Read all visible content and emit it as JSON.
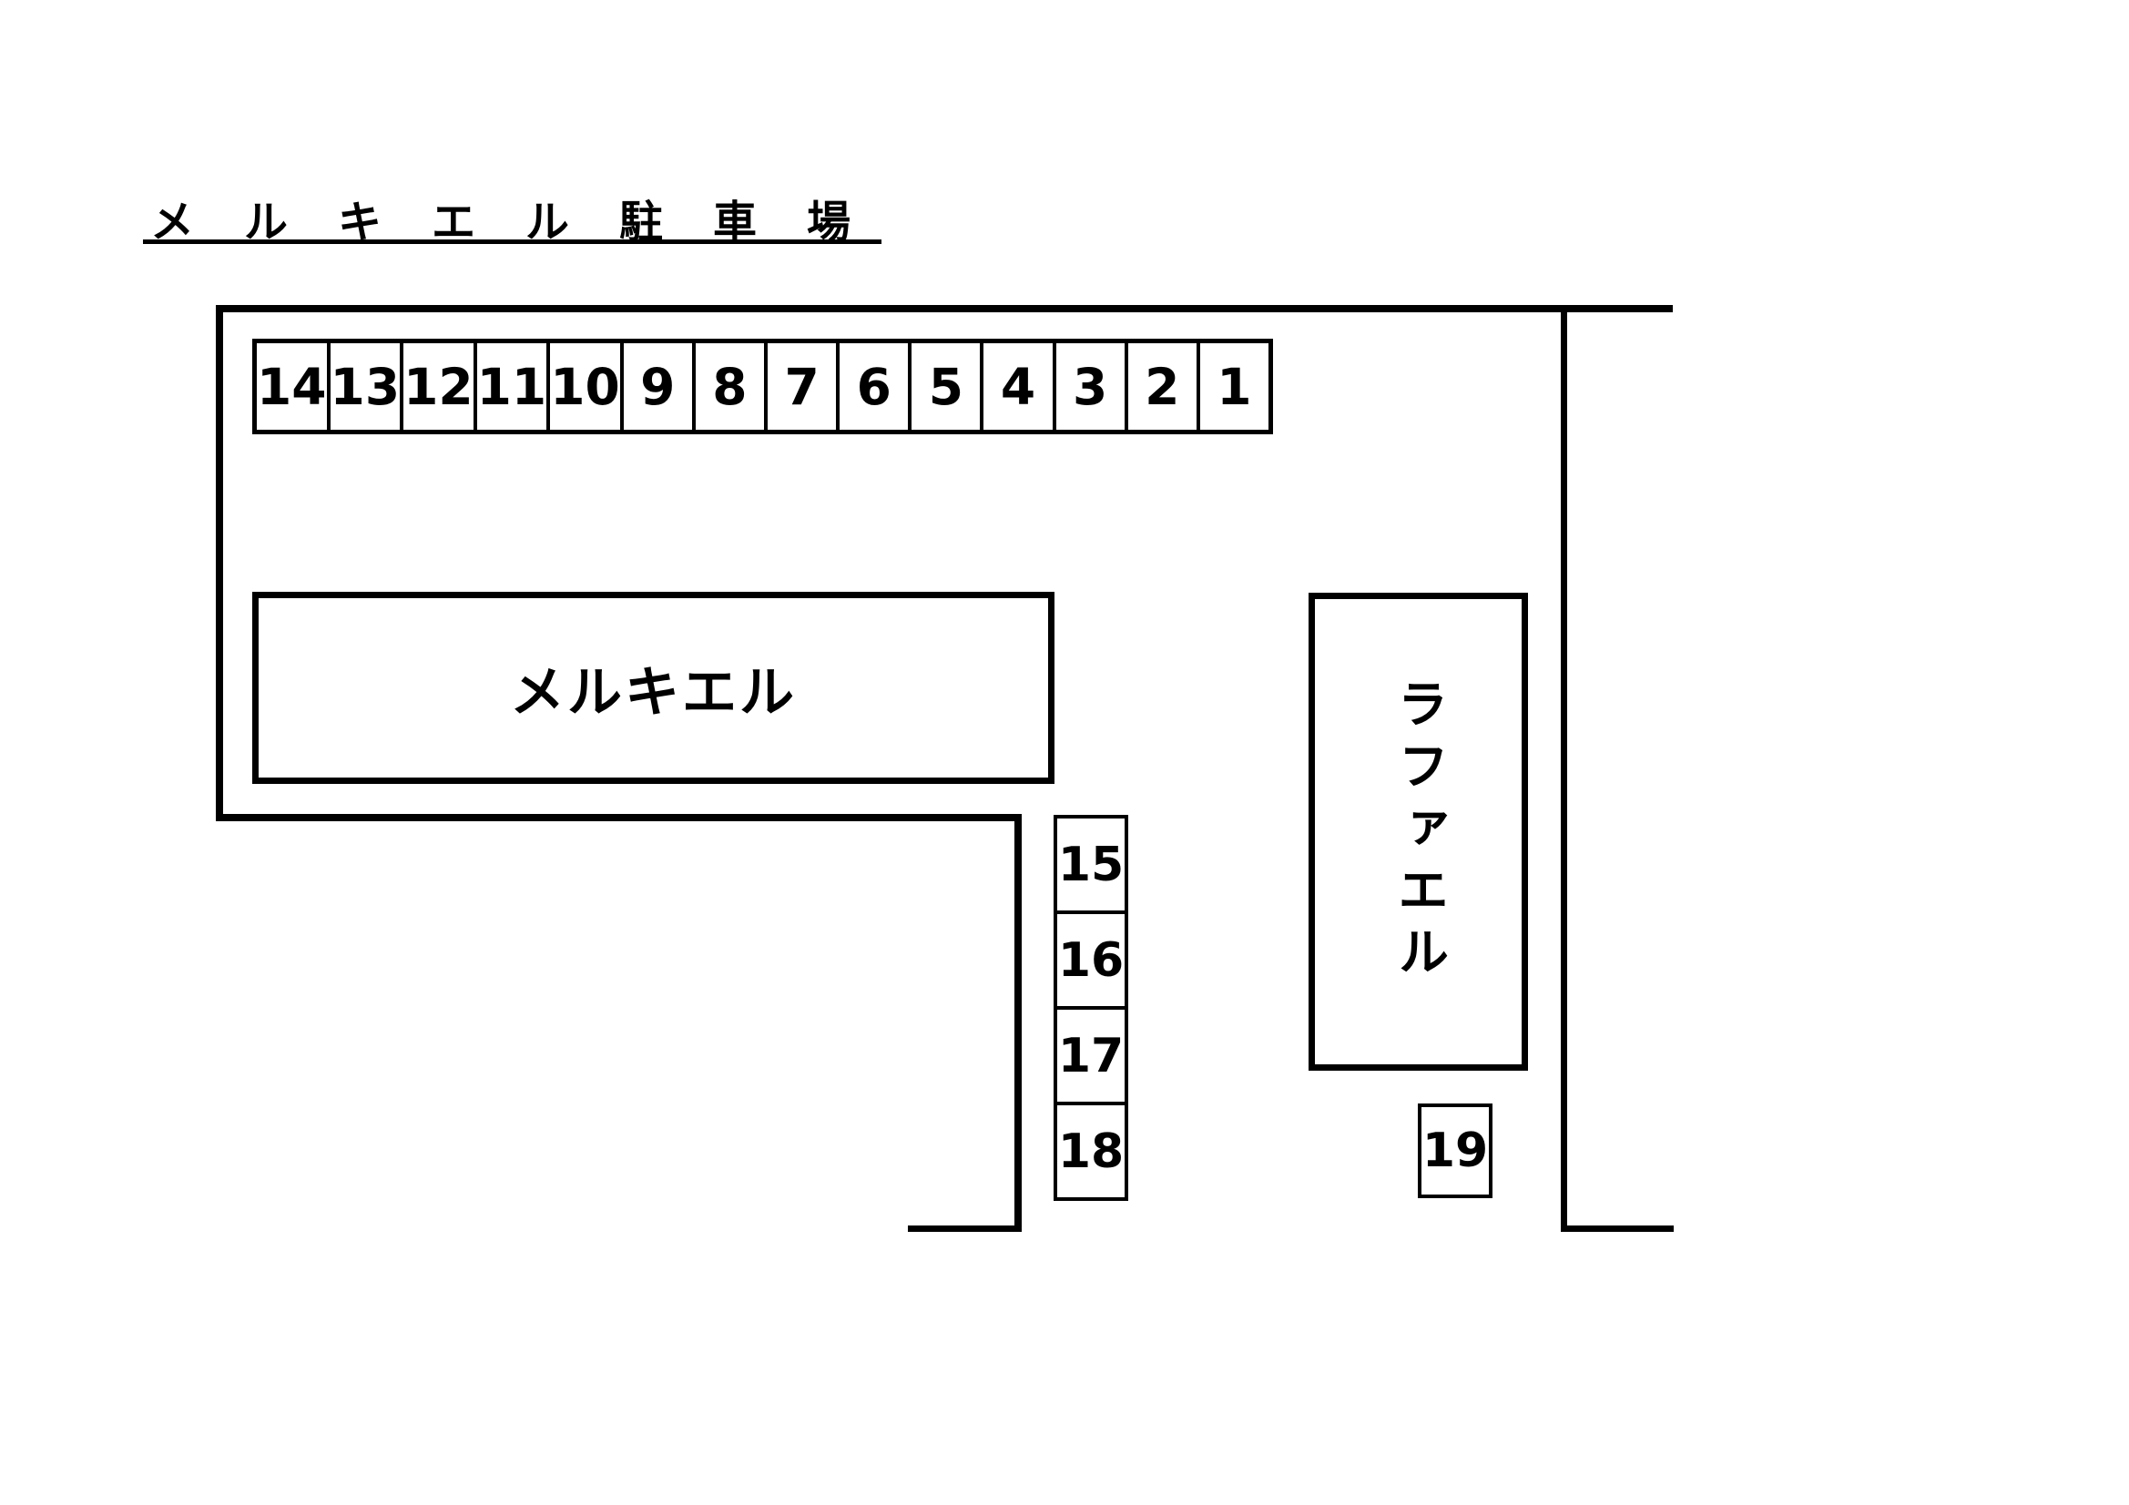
{
  "page": {
    "title": "メルキエル駐車場"
  },
  "lot": {
    "building_left": {
      "label": "メルキエル"
    },
    "building_right": {
      "label": "ラファエル"
    },
    "spaces_top_row": [
      "14",
      "13",
      "12",
      "11",
      "10",
      "9",
      "8",
      "7",
      "6",
      "5",
      "4",
      "3",
      "2",
      "1"
    ],
    "spaces_mid_column": [
      "15",
      "16",
      "17",
      "18"
    ],
    "space_single": "19",
    "line_color": "#000000",
    "background_color": "#ffffff"
  }
}
